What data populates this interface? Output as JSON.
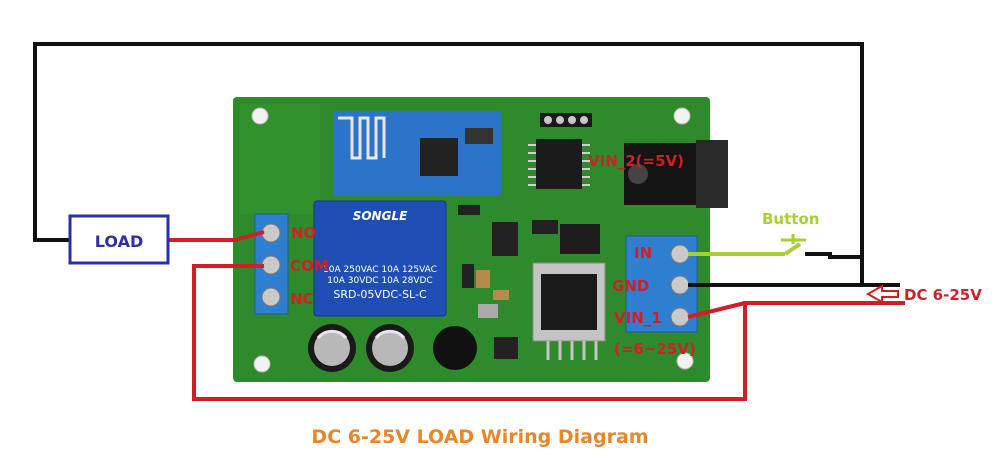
{
  "colors": {
    "pcb": "#2e8a2a",
    "pcb_dark": "#1f6b1d",
    "terminal": "#2f7fd0",
    "relay": "#1f4fb5",
    "wire_black": "#111111",
    "wire_red": "#d01f27",
    "wire_green": "#a6d130",
    "load_border": "#2b2fa8",
    "title": "#e8862a",
    "label_red": "#d01f27"
  },
  "labels": {
    "load": "LOAD",
    "no": "NO",
    "com": "COM",
    "nc": "NC",
    "in": "IN",
    "gnd": "GND",
    "vin1": "VIN_1",
    "vin1_range": "(=6~25V)",
    "vin2": "VIN_2(=5V)",
    "button": "Button",
    "dc_input": "DC 6-25V"
  },
  "relay": {
    "brand": "SONGLE",
    "rating1": "10A 250VAC  10A 125VAC",
    "rating2": "10A  30VDC  10A  28VDC",
    "model": "SRD-05VDC-SL-C"
  },
  "title": "DC 6-25V LOAD Wiring Diagram"
}
